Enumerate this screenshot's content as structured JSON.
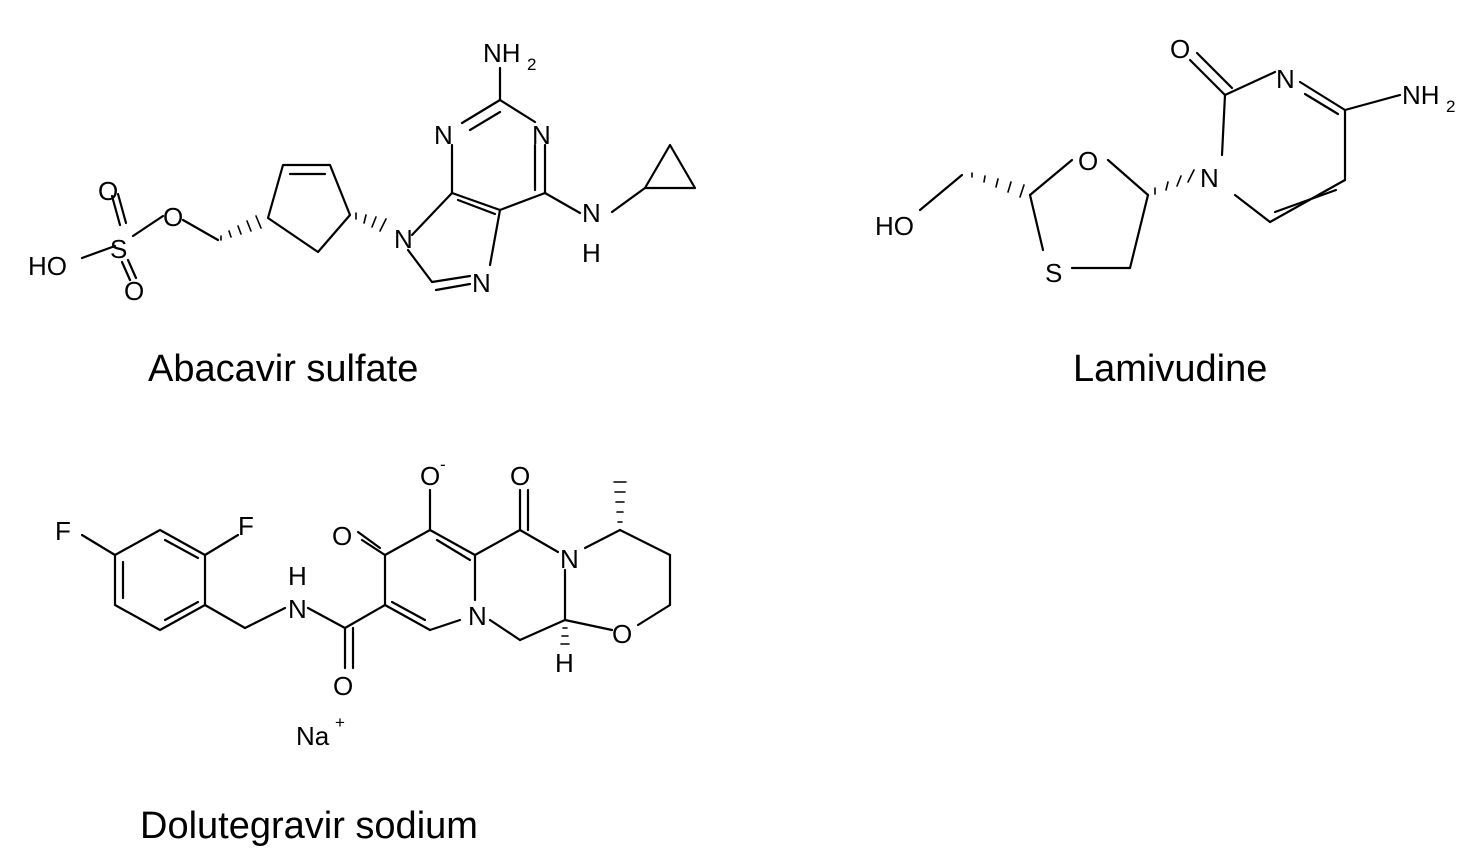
{
  "captions": {
    "abacavir": "Abacavir sulfate",
    "lamivudine": "Lamivudine",
    "dolutegravir": "Dolutegravir sodium"
  },
  "atoms": {
    "abacavir": {
      "nh2": "NH",
      "nh2_sub": "2",
      "n1": "N",
      "n3": "N",
      "n9": "N",
      "n7": "N",
      "nh_n": "N",
      "nh_h": "H",
      "o_ether": "O",
      "s": "S",
      "o_top": "O",
      "o_bottom": "O",
      "ho": "HO"
    },
    "lamivudine": {
      "o_carbonyl": "O",
      "n3": "N",
      "nh2": "NH",
      "nh2_sub": "2",
      "n1": "N",
      "o_ring": "O",
      "s": "S",
      "ho": "HO"
    },
    "dolutegravir": {
      "f1": "F",
      "f2": "F",
      "o_minus": "O",
      "o_minus_sup": "-",
      "o_keto1": "O",
      "o_keto2": "O",
      "n_amide_ring": "N",
      "n_pyridinone": "N",
      "o_ring": "O",
      "h_stereo": "H",
      "nh_n": "N",
      "nh_h": "H",
      "o_amide": "O",
      "na": "Na",
      "na_sup": "+"
    }
  }
}
